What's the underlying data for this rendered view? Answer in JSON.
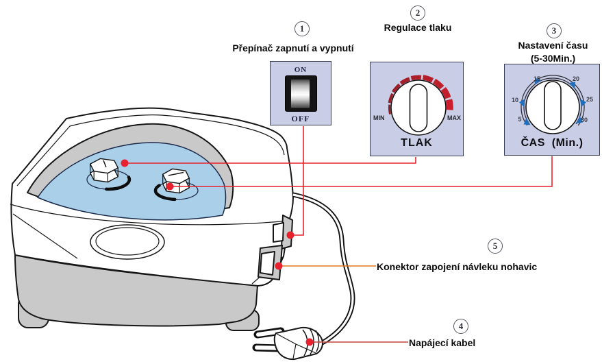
{
  "callouts": [
    {
      "num": "1",
      "label": "Přepínač zapnutí a vypnutí"
    },
    {
      "num": "2",
      "label": "Regulace tlaku"
    },
    {
      "num": "3",
      "label": "Nastavení času",
      "sub": "(5-30Min.)"
    },
    {
      "num": "4",
      "label": "Napájecí kabel"
    },
    {
      "num": "5",
      "label": "Konektor zapojení návleku nohavic"
    }
  ],
  "switch_panel": {
    "on": "ON",
    "off": "OFF"
  },
  "pressure_panel": {
    "min": "MIN",
    "max": "MAX",
    "label": "TLAK"
  },
  "timer_panel": {
    "label": "ČAS  (Min.)",
    "ticks": [
      "5",
      "10",
      "15",
      "20",
      "25",
      "30"
    ]
  },
  "colors": {
    "panel_bg": "#c9cde6",
    "panel_border": "#383a54",
    "line_red": "#e8212e",
    "line_orange": "#e2771d",
    "line_dark_red": "#c2443c",
    "dot_red": "#e8212e",
    "arc_red_start": "#8f1d26",
    "arc_red_end": "#cc1f2d",
    "arrow_blue": "#1f6fc0",
    "top_blue": "#a9cfe9",
    "device_gray": "#c9c9c9",
    "base_gray": "#cfcfcf"
  }
}
